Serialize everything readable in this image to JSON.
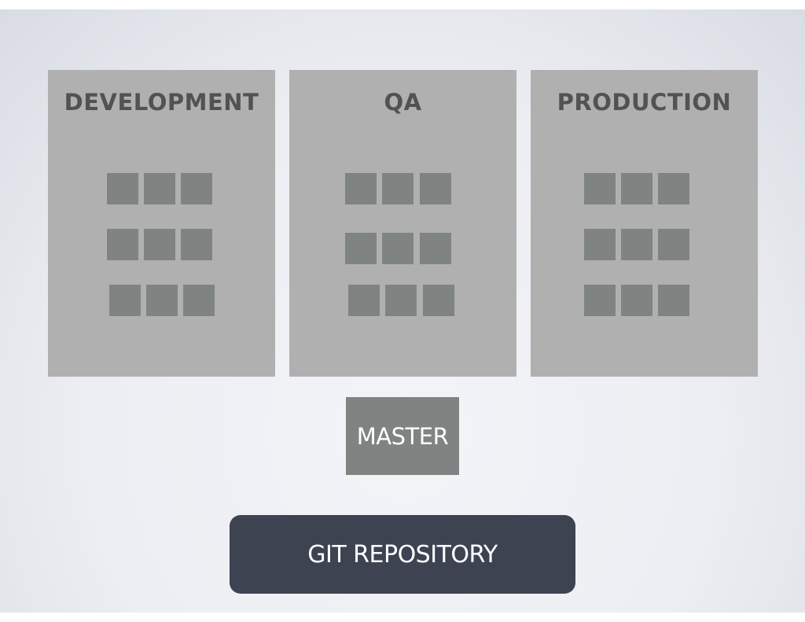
{
  "environments": [
    {
      "title": "DEVELOPMENT"
    },
    {
      "title": "QA"
    },
    {
      "title": "PRODUCTION"
    }
  ],
  "branch": {
    "label": "MASTER"
  },
  "repository": {
    "label": "GIT REPOSITORY"
  },
  "colors": {
    "panel": "#b0b0b0",
    "block": "#7f8482",
    "title_text": "#515353",
    "repo_bg": "#3e4352",
    "text_light": "#ffffff"
  }
}
